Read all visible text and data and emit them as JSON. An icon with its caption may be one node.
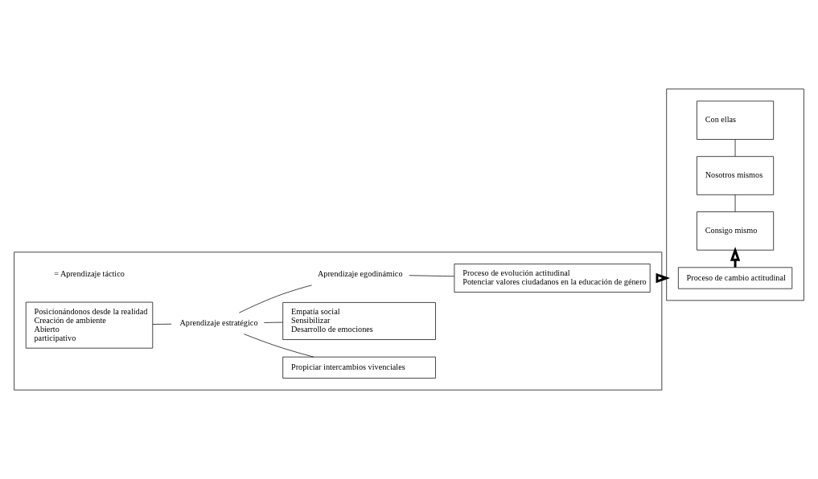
{
  "diagram": {
    "nodes": [
      {
        "text": [],
        "shape": "box"
      },
      {
        "text": [
          "Posicionándonos desde la realidad",
          "Creación de ambiente",
          "Abierto",
          "participativo"
        ],
        "in": 0,
        "beside": [
          "= Aprendizaje táctico"
        ]
      },
      {
        "text": [
          "Aprendizaje estratégico"
        ],
        "in": 0
      },
      {
        "text": [
          "Propiciar intercambios vivenciales"
        ],
        "in": 0
      },
      {
        "text": [
          "Empatía social",
          "Sensibilizar",
          "Desarrollo de emociones"
        ],
        "in": 0
      },
      {
        "text": [
          "Aprendizaje egodinámico"
        ],
        "in": 0
      },
      {
        "text": [
          "Proceso de evolución actitudinal",
          "Potenciar valores ciudadanos en la educación de género"
        ],
        "in": 0
      },
      {
        "text": [],
        "shape": "box"
      },
      {
        "text": [
          "Proceso de cambio actitudinal"
        ],
        "in": 7
      },
      {
        "text": [
          "Consigo mismo"
        ],
        "in": 7
      },
      {
        "text": [
          "Nosotros mismos"
        ],
        "in": 7
      },
      {
        "text": [
          "Con ellas"
        ],
        "in": 7
      }
    ],
    "edges": [
      {
        "from": 1,
        "to": 2,
        "arrow": "none"
      },
      {
        "from": 2,
        "to": 3,
        "arrow": "none"
      },
      {
        "from": 2,
        "to": 4,
        "arrow": "none"
      },
      {
        "from": 2,
        "to": 5,
        "arrow": "none"
      },
      {
        "from": 5,
        "to": 6,
        "arrow": "none"
      },
      {
        "from": 0,
        "to": 7,
        "arrow": "to",
        "style": "thick"
      },
      {
        "from": 8,
        "to": 9,
        "arrow": "to",
        "style": "thick"
      },
      {
        "from": 9,
        "to": 10,
        "arrow": "none"
      },
      {
        "from": 10,
        "to": 11,
        "arrow": "none"
      }
    ]
  }
}
